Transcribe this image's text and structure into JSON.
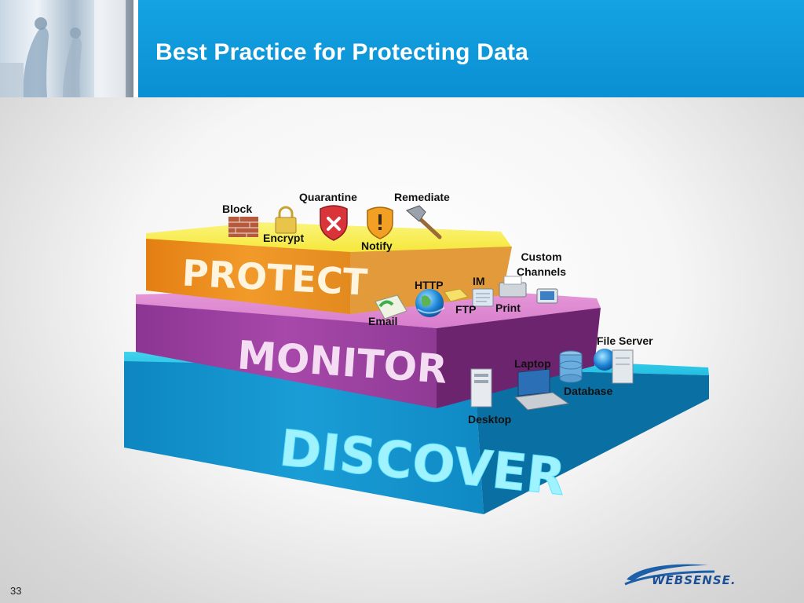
{
  "slide": {
    "title": "Best Practice for Protecting Data",
    "number": "33"
  },
  "layers": {
    "protect": "PROTECT",
    "monitor": "MONITOR",
    "discover": "DISCOVER"
  },
  "protect_actions": {
    "block": "Block",
    "encrypt": "Encrypt",
    "quarantine": "Quarantine",
    "notify": "Notify",
    "remediate": "Remediate"
  },
  "monitor_channels": {
    "http": "HTTP",
    "im": "IM",
    "custom_channels_line1": "Custom",
    "custom_channels_line2": "Channels",
    "ftp": "FTP",
    "print": "Print",
    "email": "Email"
  },
  "discover_targets": {
    "file_server": "File Server",
    "laptop": "Laptop",
    "database": "Database",
    "desktop": "Desktop"
  },
  "logo": {
    "text": "WEBSENSE."
  },
  "colors": {
    "header_blue": "#0a8fd3",
    "protect_orange": "#e8861a",
    "monitor_purple": "#9b3f9f",
    "discover_blue": "#1597cf"
  }
}
